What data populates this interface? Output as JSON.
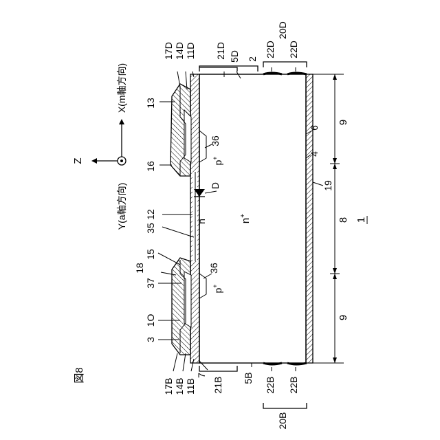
{
  "figure": {
    "label": "図8",
    "number": "1"
  },
  "axes": {
    "z": "Z",
    "x": "X(m軸方向)",
    "y": "Y(a軸方向)"
  },
  "dimensions": [
    "9",
    "8",
    "9"
  ],
  "regions": {
    "n_plus": "n",
    "n_plus_sup": "+",
    "n_minus": "n",
    "p_plus": "p",
    "p_plus_sup": "+"
  },
  "labels": {
    "l17D": "17D",
    "l14D": "14D",
    "l11D": "11D",
    "l21D": "21D",
    "l5D": "5D",
    "l2": "2",
    "l22Da": "22D",
    "l22Db": "22D",
    "l20D": "20D",
    "l13": "13",
    "l16": "16",
    "l36a": "36",
    "l6": "6",
    "l4": "4",
    "lD": "D",
    "l19": "19",
    "l12": "12",
    "l35": "35",
    "l15": "15",
    "l18": "18",
    "l37": "37",
    "l36b": "36",
    "l10": "1O",
    "l3": "3",
    "l17B": "17B",
    "l14B": "14B",
    "l11B": "11B",
    "l7": "7",
    "l21B": "21B",
    "l5B": "5B",
    "l22Ba": "22B",
    "l22Bb": "22B",
    "l20B": "20B"
  }
}
